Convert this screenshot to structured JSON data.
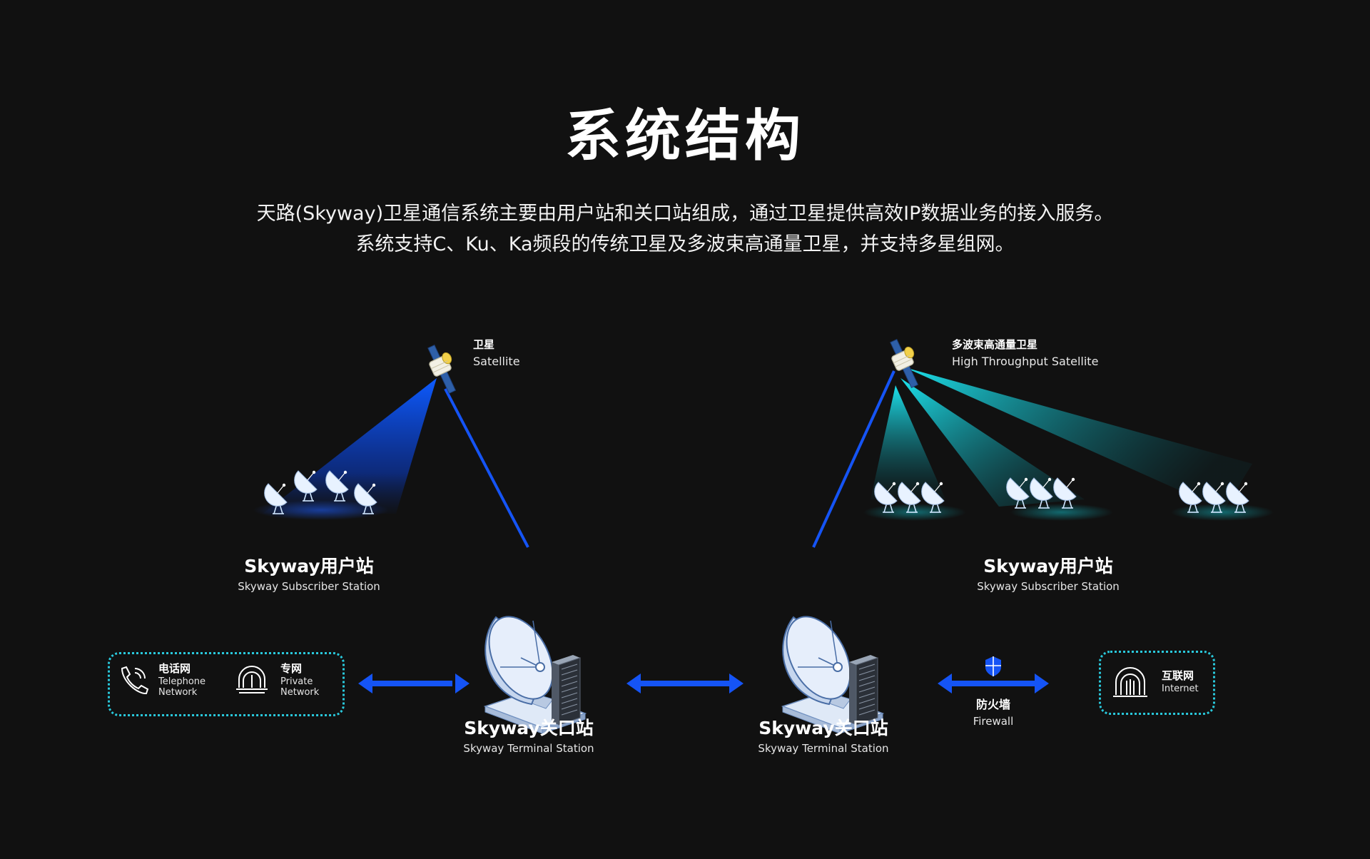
{
  "page": {
    "title": "系统结构",
    "intro_line1": "天路(Skyway)卫星通信系统主要由用户站和关口站组成，通过卫星提供高效IP数据业务的接入服务。",
    "intro_line2": "系统支持C、Ku、Ka频段的传统卫星及多波束高通量卫星，并支持多星组网。"
  },
  "satellite_left": {
    "zh": "卫星",
    "en": "Satellite"
  },
  "satellite_right": {
    "zh": "多波束高通量卫星",
    "en": "High Throughput Satellite"
  },
  "subscriber_left": {
    "zh": "Skyway用户站",
    "en": "Skyway Subscriber Station"
  },
  "subscriber_right": {
    "zh": "Skyway用户站",
    "en": "Skyway Subscriber Station"
  },
  "terminal_left": {
    "zh": "Skyway关口站",
    "en": "Skyway Terminal Station"
  },
  "terminal_right": {
    "zh": "Skyway关口站",
    "en": "Skyway Terminal Station"
  },
  "networks": {
    "telephone": {
      "zh": "电话网",
      "en1": "Telephone",
      "en2": "Network"
    },
    "private": {
      "zh": "专网",
      "en1": "Private",
      "en2": "Network"
    }
  },
  "firewall": {
    "zh": "防火墙",
    "en": "Firewall"
  },
  "internet": {
    "zh": "互联网",
    "en": "Internet"
  },
  "icons": [
    "phone-icon",
    "private-network-icon",
    "shield-icon",
    "internet-icon",
    "satellite-icon",
    "dish-icon",
    "server-icon"
  ],
  "colors": {
    "background": "#111111",
    "beam_blue": "#0a4cff",
    "beam_cyan": "#1ad9e6",
    "link_blue": "#1554f5",
    "box_border": "#29c9dc"
  }
}
